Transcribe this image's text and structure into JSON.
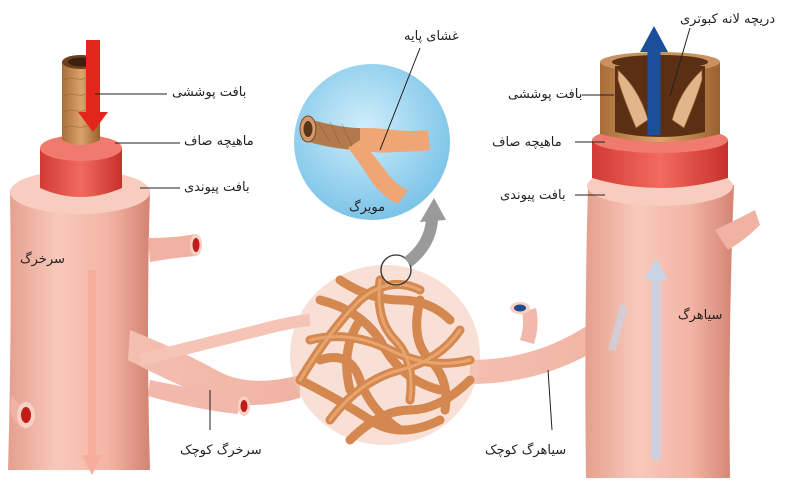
{
  "labels": {
    "artery_epithelium": "بافت پوششی",
    "artery_smooth_muscle": "ماهیچه صاف",
    "artery_connective": "بافت پیوندی",
    "basement_membrane": "غشای پایه",
    "capillary": "مویرگ",
    "artery": "سرخرگ",
    "arteriole": "سرخرگ کوچک",
    "venule": "سیاهرگ کوچک",
    "vein": "سیاهرگ",
    "vein_epithelium": "بافت پوششی",
    "vein_smooth_muscle": "ماهیچه صاف",
    "vein_connective": "بافت پیوندی",
    "valve": "دریچه لانه کبوتری"
  },
  "colors": {
    "vessel_outer": "#f2b7a8",
    "vessel_shade": "#d98b7c",
    "muscle": "#e8534b",
    "epithelium": "#c98a4e",
    "capillary_net": "#d4884f",
    "bubble": "#8fd0ef",
    "arrow_red": "#e2261c",
    "arrow_blue": "#1b4f9c"
  }
}
